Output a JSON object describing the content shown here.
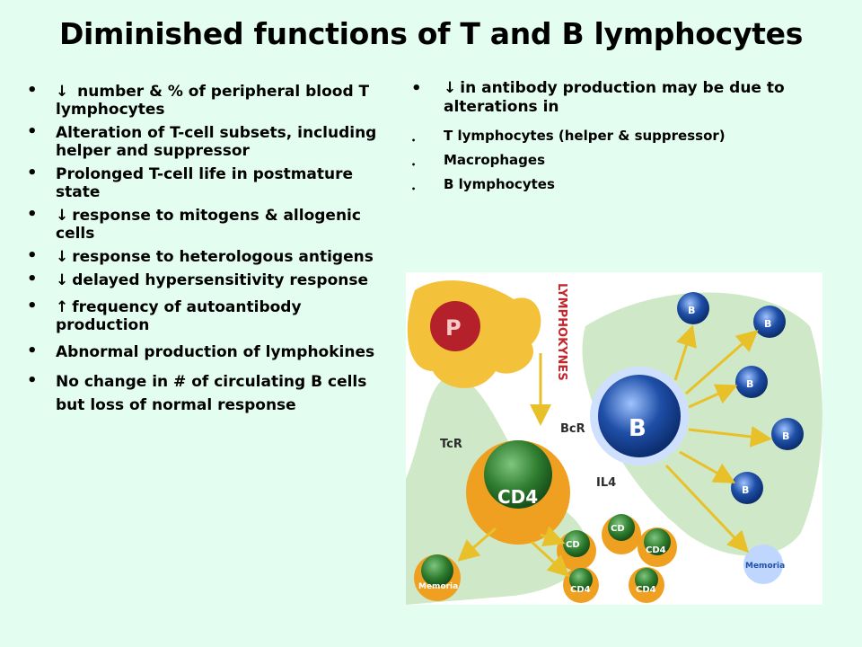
{
  "slide": {
    "title": "Diminished functions of T and B lymphocytes"
  },
  "left_bullets": [
    {
      "arrow": "down",
      "text": " number & % of peripheral blood T lymphocytes"
    },
    {
      "arrow": "",
      "text": "Alteration of T-cell subsets, including helper and suppressor"
    },
    {
      "arrow": "",
      "text": "Prolonged T-cell life in postmature state"
    },
    {
      "arrow": "down",
      "text": "response to mitogens & allogenic cells"
    },
    {
      "arrow": "down",
      "text": "response to heterologous antigens"
    },
    {
      "arrow": "down",
      "text": "delayed hypersensitivity response"
    },
    {
      "arrow": "up",
      "text": "frequency of autoantibody production"
    },
    {
      "arrow": "",
      "text": "Abnormal production of lymphokines"
    },
    {
      "arrow": "",
      "text": "No change in # of circulating B cells but loss of normal response"
    }
  ],
  "right_main": {
    "arrow": "down",
    "text": "in antibody production may be due to alterations in"
  },
  "right_subs": [
    "T lymphocytes (helper & suppressor)",
    "Macrophages",
    "B lymphocytes"
  ],
  "figure": {
    "labels": {
      "p": "P",
      "lymphokynes": "LYMPHOKYNES",
      "tcr": "TcR",
      "bcr": "BcR",
      "il4": "IL4",
      "cd4_main": "CD4",
      "b_main": "B",
      "b_small": "B",
      "cd4_small": "CD4",
      "cd_small": "CD",
      "memoria": "Memoria"
    }
  },
  "colors": {
    "background": "#e4fdf1",
    "figure_green_bg": "#cfe9c8",
    "b_cell_blue": "#1f4fa8",
    "cd4_orange": "#f0a020",
    "cd4_green": "#2f7d2f",
    "macrophage_yellow": "#f3c23a",
    "macrophage_red": "#b5212a",
    "arrow_yellow": "#e8c12a"
  }
}
